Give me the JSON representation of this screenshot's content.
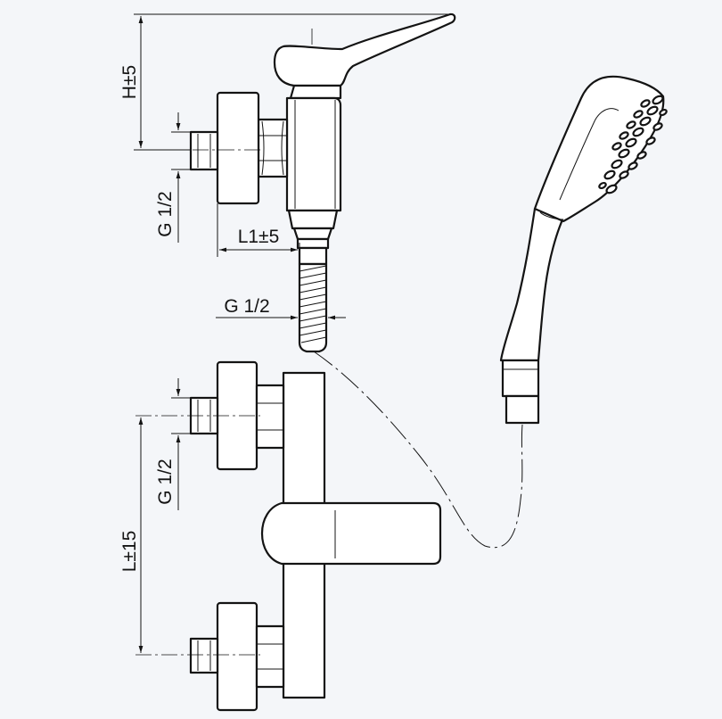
{
  "dimensions": {
    "h_tolerance": "H±5",
    "thread_upper_left": "G 1/2",
    "l1_tolerance": "L1±5",
    "thread_fitting": "G 1/2",
    "thread_lower_left": "G 1/2",
    "l_tolerance": "L±15"
  }
}
